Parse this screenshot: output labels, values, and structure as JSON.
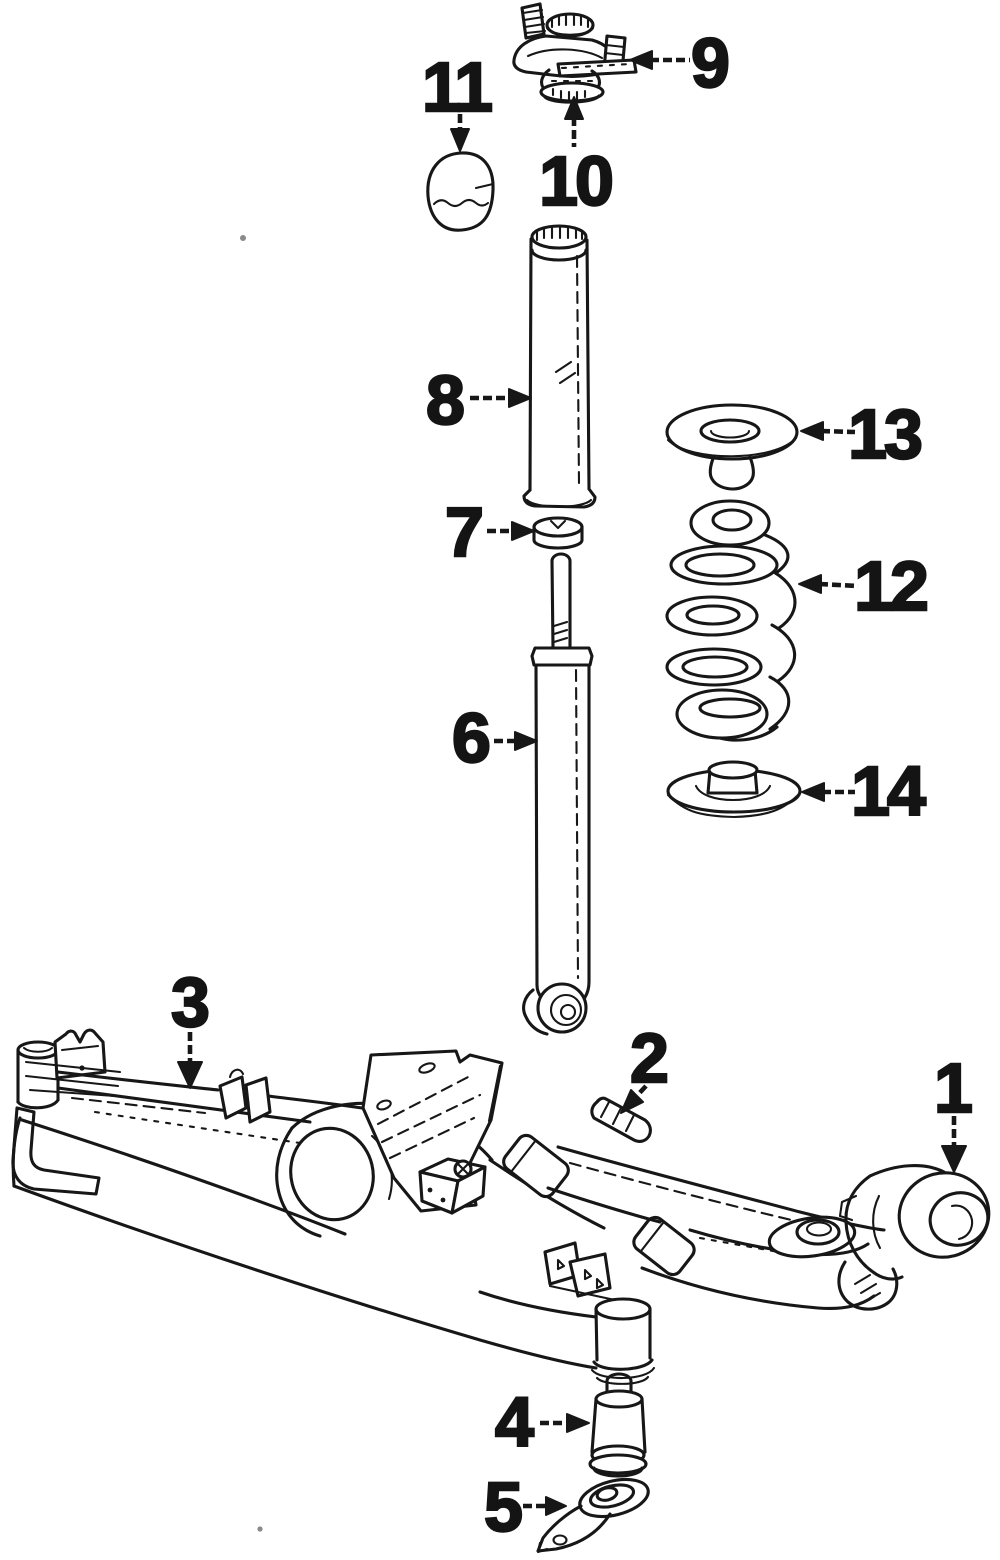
{
  "diagram": {
    "type": "exploded-parts-diagram",
    "ink_color": "#171717",
    "background_color": "#ffffff",
    "callouts": [
      {
        "label": "1"
      },
      {
        "label": "2"
      },
      {
        "label": "3"
      },
      {
        "label": "4"
      },
      {
        "label": "5"
      },
      {
        "label": "6"
      },
      {
        "label": "7"
      },
      {
        "label": "8"
      },
      {
        "label": "9"
      },
      {
        "label": "10"
      },
      {
        "label": "11"
      },
      {
        "label": "12"
      },
      {
        "label": "13"
      },
      {
        "label": "14"
      }
    ]
  }
}
